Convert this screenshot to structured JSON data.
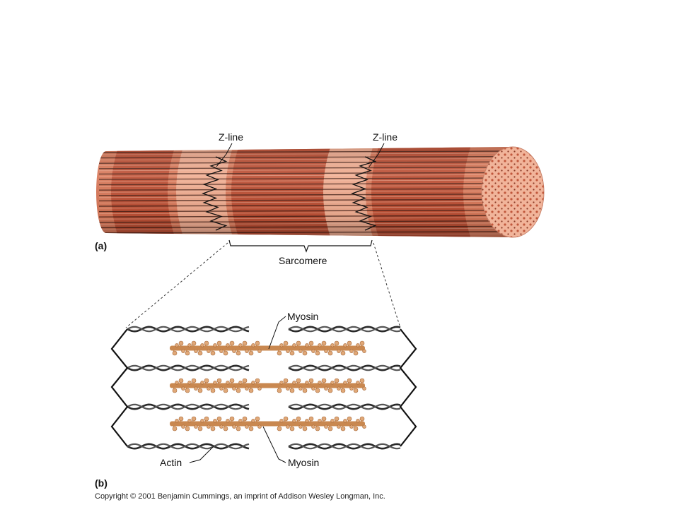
{
  "labels": {
    "z_line_left": "Z-line",
    "z_line_right": "Z-line",
    "panel_a": "(a)",
    "sarcomere": "Sarcomere",
    "myosin_top": "Myosin",
    "actin": "Actin",
    "myosin_bottom": "Myosin",
    "panel_b": "(b)",
    "copyright": "Copyright © 2001 Benjamin Cummings, an imprint of Addison Wesley Longman, Inc."
  },
  "colors": {
    "fiber_base": "#d9795a",
    "fiber_dark_band": "#b84a30",
    "fiber_light_band": "#f3b59a",
    "fiber_dark_stripe": "#3a1a12",
    "fiber_end": "#f1b49a",
    "myosin": "#c98850",
    "myosin_head": "#e0a878",
    "actin": "#2a2a2a",
    "z_line": "#111111"
  }
}
